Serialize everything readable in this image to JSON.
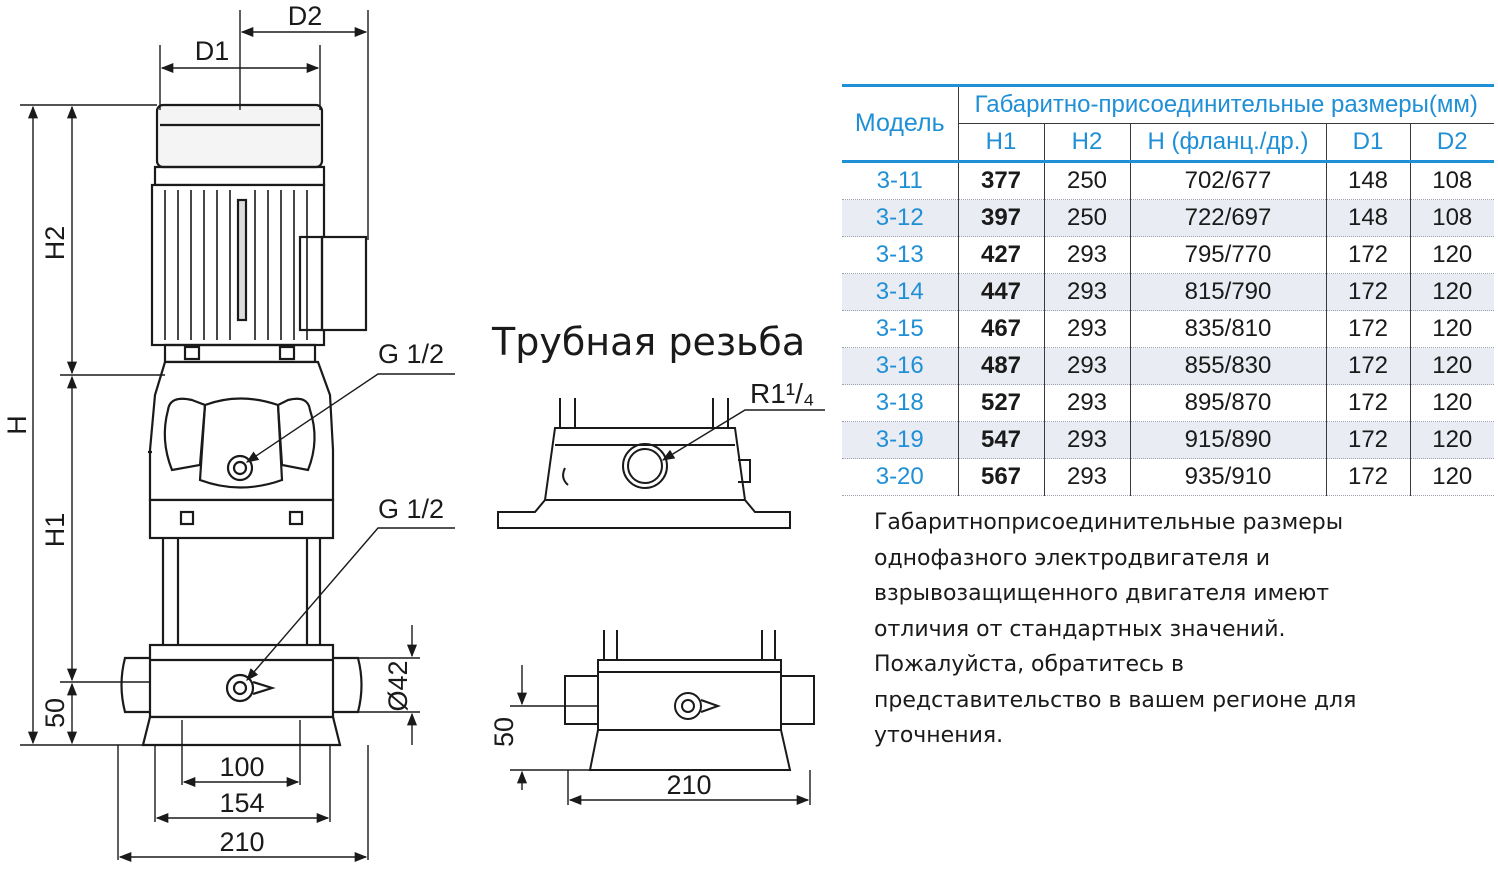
{
  "drawing": {
    "label_d1": "D1",
    "label_d2": "D2",
    "label_h": "H",
    "label_h1": "H1",
    "label_h2": "H2",
    "label_50_main": "50",
    "label_100": "100",
    "label_154": "154",
    "label_210_main": "210",
    "label_g12_top": "G 1/2",
    "label_g12_bottom": "G 1/2",
    "label_d42": "Ø42",
    "thread_title": "Трубная резьба",
    "label_r114": "R1¹/₄",
    "label_50_side": "50",
    "label_210_side": "210"
  },
  "table": {
    "model_header": "Модель",
    "group_header": "Габаритно-присоединительные размеры(мм)",
    "columns": [
      "H1",
      "H2",
      "H (фланц./др.)",
      "D1",
      "D2"
    ],
    "rows": [
      [
        "3-11",
        "377",
        "250",
        "702/677",
        "148",
        "108"
      ],
      [
        "3-12",
        "397",
        "250",
        "722/697",
        "148",
        "108"
      ],
      [
        "3-13",
        "427",
        "293",
        "795/770",
        "172",
        "120"
      ],
      [
        "3-14",
        "447",
        "293",
        "815/790",
        "172",
        "120"
      ],
      [
        "3-15",
        "467",
        "293",
        "835/810",
        "172",
        "120"
      ],
      [
        "3-16",
        "487",
        "293",
        "855/830",
        "172",
        "120"
      ],
      [
        "3-18",
        "527",
        "293",
        "895/870",
        "172",
        "120"
      ],
      [
        "3-19",
        "547",
        "293",
        "915/890",
        "172",
        "120"
      ],
      [
        "3-20",
        "567",
        "293",
        "935/910",
        "172",
        "120"
      ]
    ]
  },
  "note": {
    "lines": [
      "Габаритноприсоединительные размеры",
      "однофазного электродвигателя и",
      "взрывозащищенного двигателя имеют",
      "отличия от стандартных значений.",
      "Пожалуйста, обратитесь в",
      "представительство в  вашем регионе  для",
      "уточнения."
    ]
  },
  "colors": {
    "accent": "#1f8fd6",
    "stripe": "#e9edf3",
    "line": "#1a1a1a"
  }
}
